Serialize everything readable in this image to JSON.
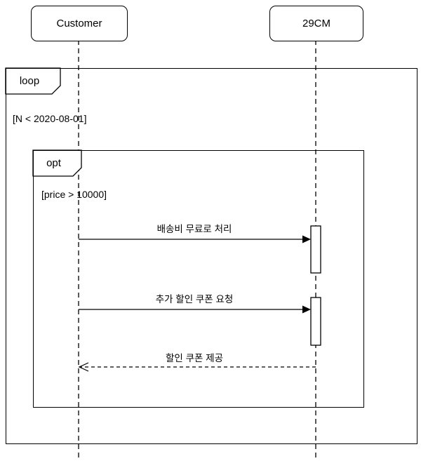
{
  "diagram": {
    "type": "uml-sequence-diagram",
    "background_color": "#ffffff",
    "line_color": "#000000"
  },
  "participants": [
    {
      "id": "customer",
      "label": "Customer"
    },
    {
      "id": "29cm",
      "label": "29CM"
    }
  ],
  "frames": [
    {
      "id": "loop",
      "label": "loop",
      "guard": "[N < 2020-08-01]"
    },
    {
      "id": "opt",
      "label": "opt",
      "guard": "[price > 10000]"
    }
  ],
  "messages": [
    {
      "from": "Customer",
      "to": "29CM",
      "label": "배송비 무료로 처리",
      "style": "solid-filled-arrow"
    },
    {
      "from": "Customer",
      "to": "29CM",
      "label": "추가 할인 쿠폰 요청",
      "style": "solid-filled-arrow"
    },
    {
      "from": "29CM",
      "to": "Customer",
      "label": "할인 쿠폰 제공",
      "style": "dashed-open-arrow"
    }
  ]
}
